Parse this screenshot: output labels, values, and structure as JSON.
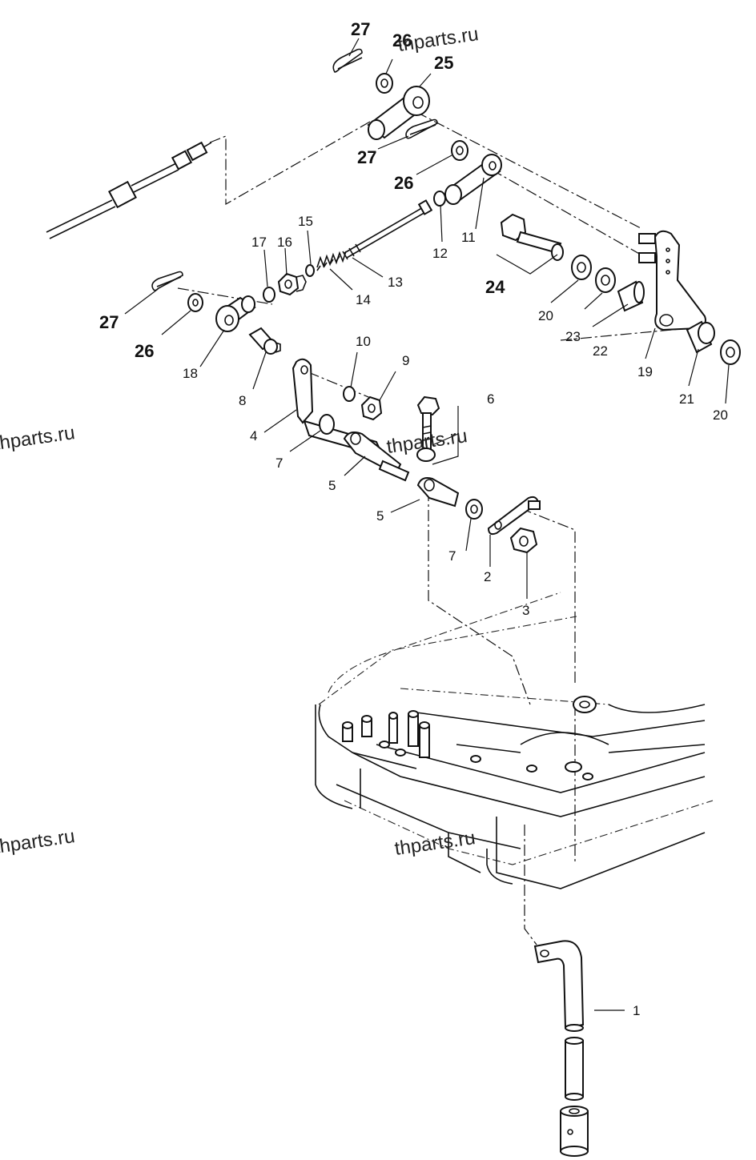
{
  "watermark": "thparts.ru",
  "callouts": [
    {
      "id": "c1",
      "text": "1",
      "bold": false
    },
    {
      "id": "c2",
      "text": "2",
      "bold": false
    },
    {
      "id": "c3",
      "text": "3",
      "bold": false
    },
    {
      "id": "c4",
      "text": "4",
      "bold": false
    },
    {
      "id": "c5a",
      "text": "5",
      "bold": false
    },
    {
      "id": "c5b",
      "text": "5",
      "bold": false
    },
    {
      "id": "c6",
      "text": "6",
      "bold": false
    },
    {
      "id": "c7a",
      "text": "7",
      "bold": false
    },
    {
      "id": "c7b",
      "text": "7",
      "bold": false
    },
    {
      "id": "c8",
      "text": "8",
      "bold": false
    },
    {
      "id": "c9",
      "text": "9",
      "bold": false
    },
    {
      "id": "c10",
      "text": "10",
      "bold": false
    },
    {
      "id": "c11",
      "text": "11",
      "bold": false
    },
    {
      "id": "c12",
      "text": "12",
      "bold": false
    },
    {
      "id": "c13",
      "text": "13",
      "bold": false
    },
    {
      "id": "c14",
      "text": "14",
      "bold": false
    },
    {
      "id": "c15",
      "text": "15",
      "bold": false
    },
    {
      "id": "c16",
      "text": "16",
      "bold": false
    },
    {
      "id": "c17",
      "text": "17",
      "bold": false
    },
    {
      "id": "c18",
      "text": "18",
      "bold": false
    },
    {
      "id": "c19",
      "text": "19",
      "bold": false
    },
    {
      "id": "c20a",
      "text": "20",
      "bold": false
    },
    {
      "id": "c20b",
      "text": "20",
      "bold": false
    },
    {
      "id": "c21",
      "text": "21",
      "bold": false
    },
    {
      "id": "c22",
      "text": "22",
      "bold": false
    },
    {
      "id": "c23",
      "text": "23",
      "bold": false
    },
    {
      "id": "c24",
      "text": "24",
      "bold": true
    },
    {
      "id": "c25",
      "text": "25",
      "bold": true
    },
    {
      "id": "c26a",
      "text": "26",
      "bold": true
    },
    {
      "id": "c26b",
      "text": "26",
      "bold": true
    },
    {
      "id": "c26c",
      "text": "26",
      "bold": true
    },
    {
      "id": "c27a",
      "text": "27",
      "bold": true
    },
    {
      "id": "c27b",
      "text": "27",
      "bold": true
    },
    {
      "id": "c27c",
      "text": "27",
      "bold": true
    }
  ]
}
